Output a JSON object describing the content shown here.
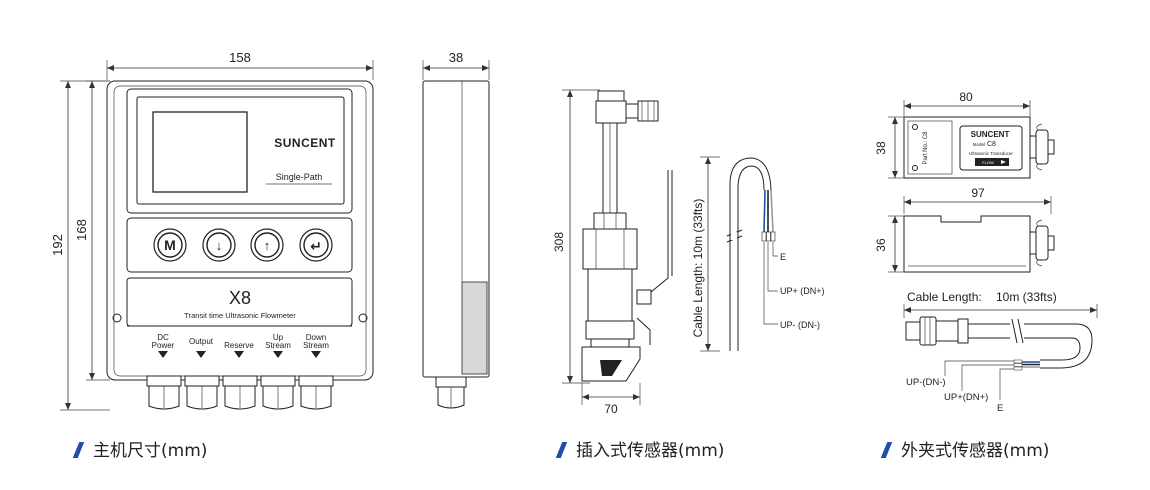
{
  "colors": {
    "line": "#222222",
    "accent": "#1f4fa8",
    "panel_gray": "#d8d8d8"
  },
  "main_unit": {
    "width_dim": "158",
    "depth_dim": "38",
    "height_outer_dim": "192",
    "height_inner_dim": "168",
    "brand": "SUNCENT",
    "mode_label": "Single-Path",
    "model": "X8",
    "subtitle": "Transit time Ultrasonic Flowmeter",
    "buttons": [
      "M",
      "↓",
      "↑",
      "↵"
    ],
    "terminals": [
      {
        "line1": "DC",
        "line2": "Power"
      },
      {
        "line1": "Output",
        "line2": ""
      },
      {
        "line1": "Reserve",
        "line2": ""
      },
      {
        "line1": "Up",
        "line2": "Stream"
      },
      {
        "line1": "Down",
        "line2": "Stream"
      }
    ],
    "caption": "主机尺寸(mm)"
  },
  "insertion_sensor": {
    "height_dim": "308",
    "width_dim": "70",
    "cable_length_label": "Cable Length: 10m (33fts)",
    "wire_labels": [
      "E",
      "UP+ (DN+)",
      "UP- (DN-)"
    ],
    "caption": "插入式传感器(mm)"
  },
  "clamp_sensor": {
    "top_width_dim": "80",
    "top_height_dim": "38",
    "side_width_dim": "97",
    "side_height_dim": "36",
    "brand": "SUNCENT",
    "model_prefix": "Model",
    "model": "C8",
    "serial_label": "Part No.: C8",
    "type_label": "Ultrasonic Transducer",
    "flow_label": "FLOW",
    "cable_length_prefix": "Cable Length:",
    "cable_length_value": "10m (33fts)",
    "wire_labels": [
      "UP-(DN-)",
      "UP+(DN+)",
      "E"
    ],
    "caption": "外夹式传感器(mm)"
  }
}
